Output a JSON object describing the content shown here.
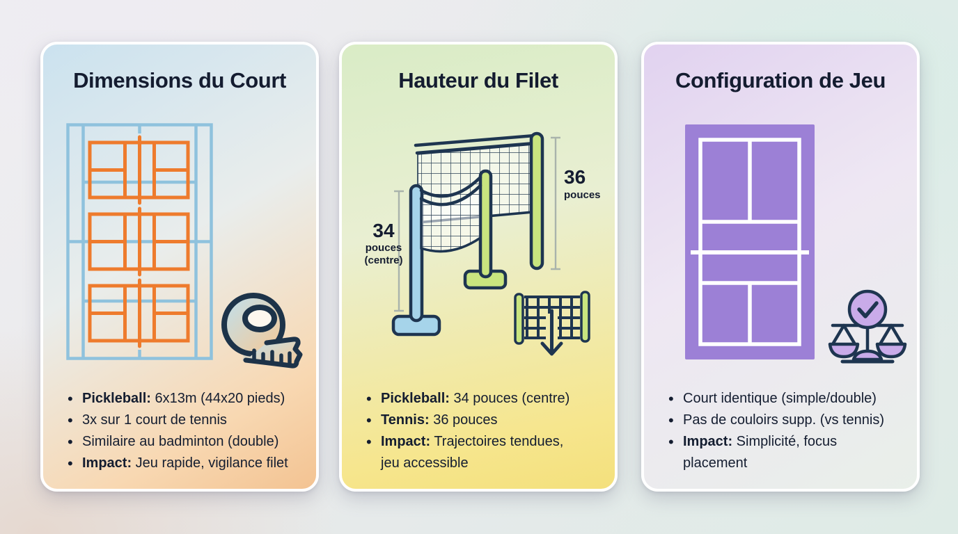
{
  "infographic": {
    "language": "fr",
    "topic": "Comparaison pickleball vs tennis"
  },
  "cards": [
    {
      "title": "Dimensions du Court",
      "illustration": "tennis-court-with-three-pickleball-courts-overlay",
      "icon": "measuring-tape-icon",
      "bullets": [
        {
          "bold": "Pickleball:",
          "rest": " 6x13m (44x20 pieds)"
        },
        {
          "bold": "",
          "rest": "3x sur 1 court de tennis"
        },
        {
          "bold": "",
          "rest": "Similaire au badminton (double)"
        },
        {
          "bold": "Impact:",
          "rest": " Jeu rapide, vigilance filet"
        }
      ]
    },
    {
      "title": "Hauteur du Filet",
      "illustration": "net-height-comparison-diagram",
      "icon": "net-lowering-arrow-icon",
      "measurements": {
        "pickleball_value": "34",
        "pickleball_unit": "pouces",
        "pickleball_note": "(centre)",
        "tennis_value": "36",
        "tennis_unit": "pouces"
      },
      "bullets": [
        {
          "bold": "Pickleball:",
          "rest": " 34 pouces (centre)"
        },
        {
          "bold": "Tennis:",
          "rest": " 36 pouces"
        },
        {
          "bold": "Impact:",
          "rest": " Trajectoires tendues,\njeu accessible"
        }
      ]
    },
    {
      "title": "Configuration de Jeu",
      "illustration": "pickleball-court-top-view",
      "icon": "balance-scale-check-icon",
      "bullets": [
        {
          "bold": "",
          "rest": "Court identique (simple/double)"
        },
        {
          "bold": "",
          "rest": "Pas de couloirs supp. (vs tennis)"
        },
        {
          "bold": "Impact:",
          "rest": " Simplicité, focus\nplacement"
        }
      ]
    }
  ],
  "colors": {
    "title_text": "#141c30",
    "body_text": "#141d30",
    "outline_navy": "#1e3550",
    "pickleball_orange": "#ee7b2d",
    "tennis_line_blue": "#8fc2dd",
    "post_blue": "#a6d4ea",
    "post_green": "#c9e57f",
    "court_purple": "#9c80d6",
    "scale_fill": "#c9abe9",
    "measure_gray": "#a9b3ac",
    "card1_gradient": [
      "#cbe2ef",
      "#f3c392"
    ],
    "card2_gradient": [
      "#d9ecc6",
      "#f4e07c"
    ],
    "card3_gradient": [
      "#e1d2f0",
      "#e9efe9"
    ]
  }
}
